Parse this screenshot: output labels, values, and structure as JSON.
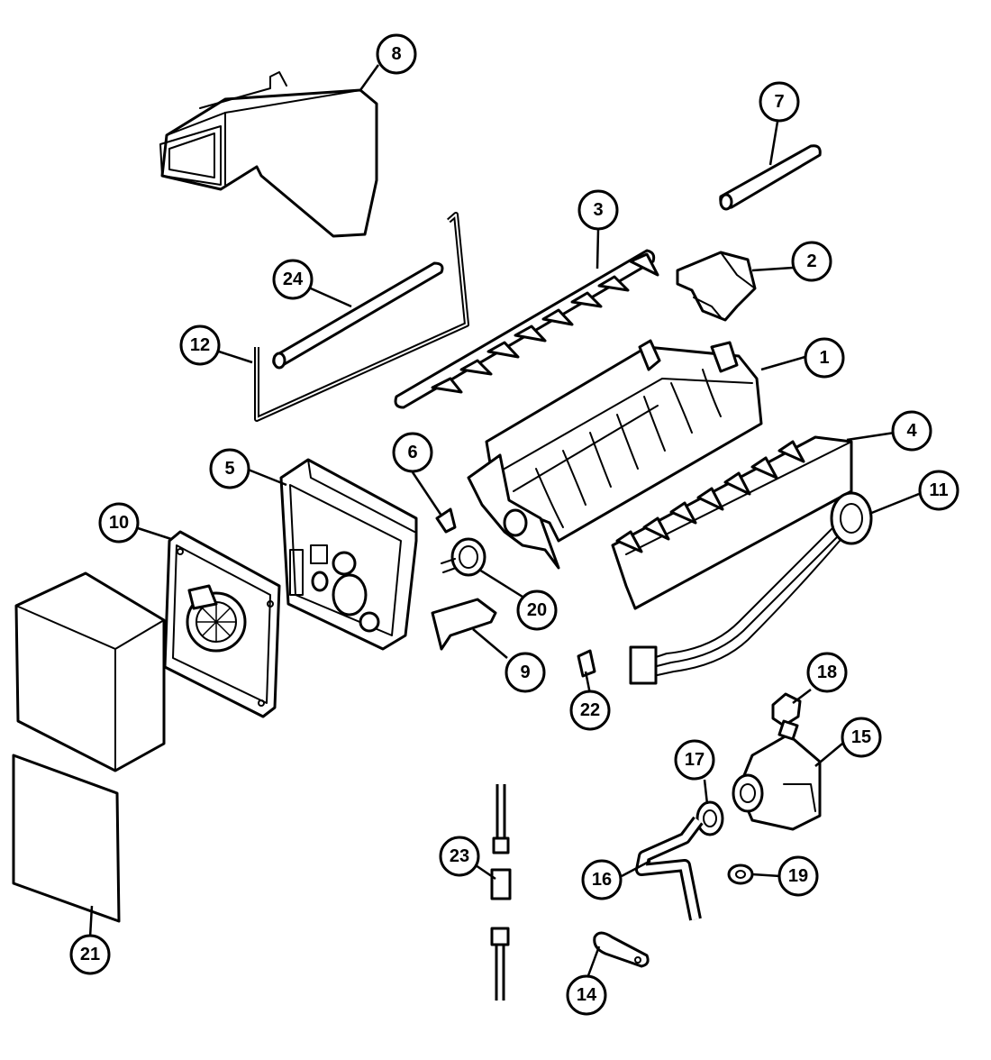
{
  "callouts": [
    {
      "id": "1",
      "label": "1"
    },
    {
      "id": "2",
      "label": "2"
    },
    {
      "id": "3",
      "label": "3"
    },
    {
      "id": "4",
      "label": "4"
    },
    {
      "id": "5",
      "label": "5"
    },
    {
      "id": "6",
      "label": "6"
    },
    {
      "id": "7",
      "label": "7"
    },
    {
      "id": "8",
      "label": "8"
    },
    {
      "id": "9",
      "label": "9"
    },
    {
      "id": "10",
      "label": "10"
    },
    {
      "id": "11",
      "label": "11"
    },
    {
      "id": "12",
      "label": "12"
    },
    {
      "id": "14",
      "label": "14"
    },
    {
      "id": "15",
      "label": "15"
    },
    {
      "id": "16",
      "label": "16"
    },
    {
      "id": "17",
      "label": "17"
    },
    {
      "id": "18",
      "label": "18"
    },
    {
      "id": "19",
      "label": "19"
    },
    {
      "id": "20",
      "label": "20"
    },
    {
      "id": "21",
      "label": "21"
    },
    {
      "id": "22",
      "label": "22"
    },
    {
      "id": "23",
      "label": "23"
    },
    {
      "id": "24",
      "label": "24"
    }
  ]
}
